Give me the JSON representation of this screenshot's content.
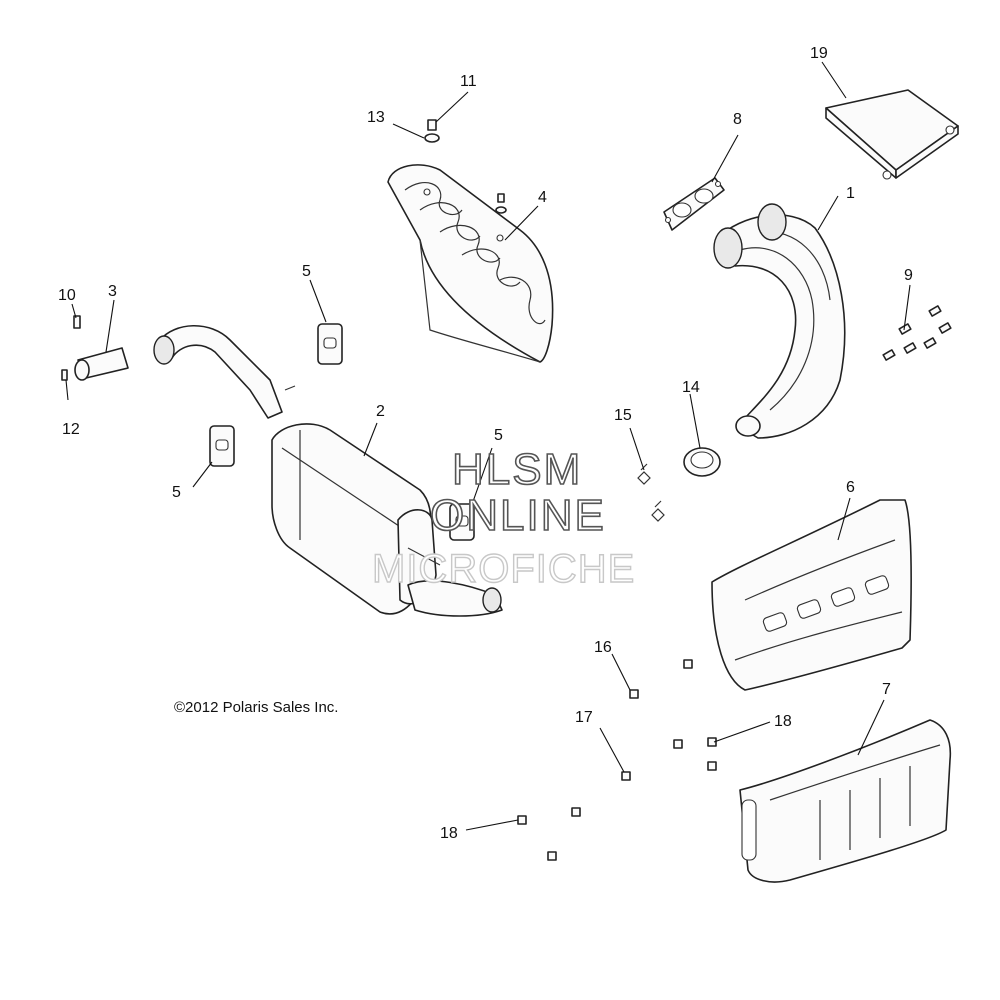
{
  "copyright": "©2012 Polaris Sales Inc.",
  "watermark": {
    "line1": "HLSM",
    "line2": "ONLINE",
    "line3": "MICROFICHE"
  },
  "callouts": [
    "1",
    "2",
    "3",
    "4",
    "5",
    "5",
    "5",
    "6",
    "7",
    "8",
    "9",
    "10",
    "11",
    "12",
    "13",
    "14",
    "15",
    "16",
    "17",
    "18",
    "18",
    "19"
  ]
}
